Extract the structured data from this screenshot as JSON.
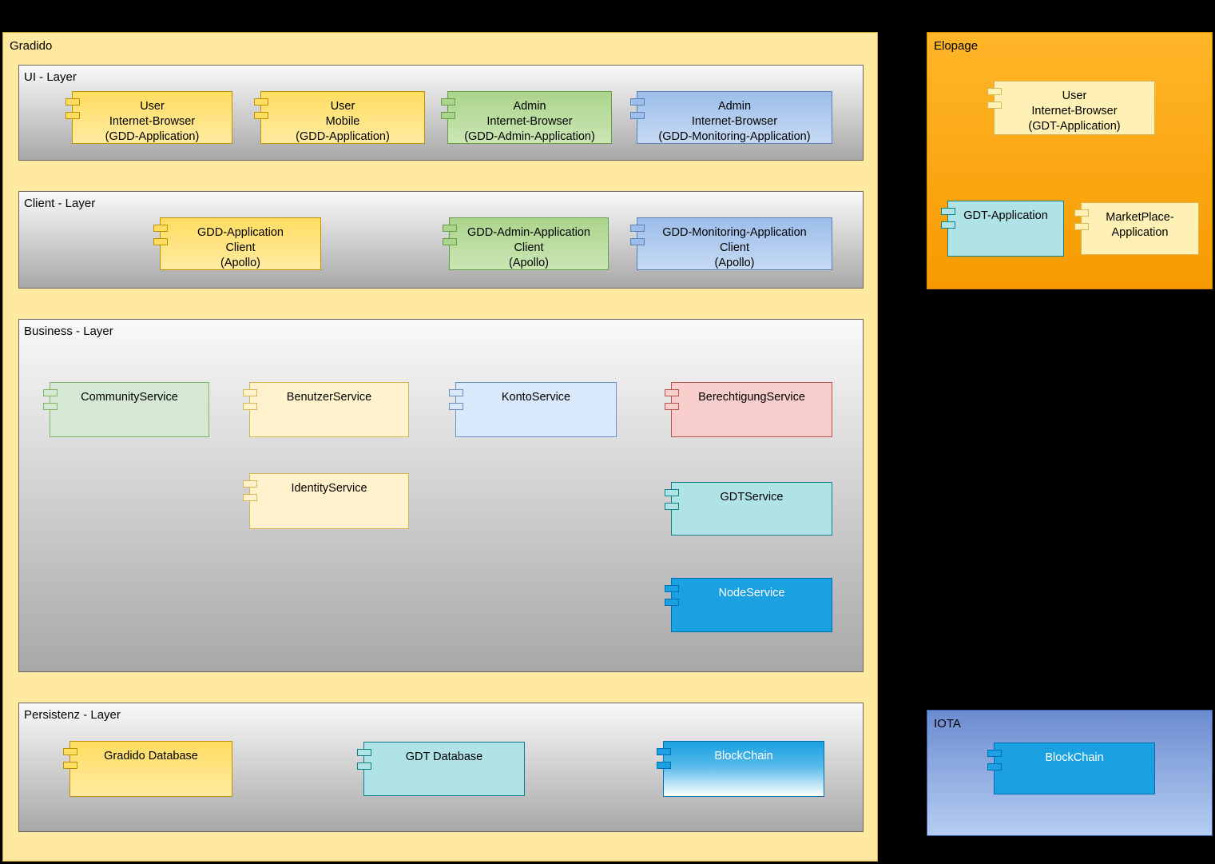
{
  "gradido": {
    "title": "Gradido",
    "ui_layer": {
      "title": "UI - Layer",
      "components": [
        {
          "label": "User\nInternet-Browser\n(GDD-Application)"
        },
        {
          "label": "User\nMobile\n(GDD-Application)"
        },
        {
          "label": "Admin\nInternet-Browser\n(GDD-Admin-Application)"
        },
        {
          "label": "Admin\nInternet-Browser\n(GDD-Monitoring-Application)"
        }
      ]
    },
    "client_layer": {
      "title": "Client - Layer",
      "components": [
        {
          "label": "GDD-Application\nClient\n(Apollo)"
        },
        {
          "label": "GDD-Admin-Application\nClient\n(Apollo)"
        },
        {
          "label": "GDD-Monitoring-Application\nClient\n(Apollo)"
        }
      ]
    },
    "business_layer": {
      "title": "Business - Layer",
      "components": [
        {
          "label": "CommunityService"
        },
        {
          "label": "BenutzerService"
        },
        {
          "label": "KontoService"
        },
        {
          "label": "BerechtigungService"
        },
        {
          "label": "IdentityService"
        },
        {
          "label": "GDTService"
        },
        {
          "label": "NodeService"
        }
      ]
    },
    "persistenz_layer": {
      "title": "Persistenz - Layer",
      "components": [
        {
          "label": "Gradido Database"
        },
        {
          "label": "GDT Database"
        },
        {
          "label": "BlockChain"
        }
      ]
    }
  },
  "elopage": {
    "title": "Elopage",
    "components": [
      {
        "label": "User\nInternet-Browser\n(GDT-Application)"
      },
      {
        "label": "GDT-Application"
      },
      {
        "label": "MarketPlace-\nApplication"
      }
    ]
  },
  "iota": {
    "title": "IOTA",
    "components": [
      {
        "label": "BlockChain"
      }
    ]
  },
  "palette": {
    "background": "#000000",
    "gradido_fill": "#ffe9a0",
    "elopage_fill": "#ffa807",
    "iota_fill_top": "#6b8cd0",
    "iota_fill_bottom": "#b6cdf2",
    "layer_gradient_top": "#f9f9f9",
    "layer_gradient_bottom": "#a8a8a8",
    "yellow_component": "#ffdd61",
    "light_yellow_component": "#fff2cc",
    "green_component": "#abd48c",
    "light_green_component": "#d5e8d4",
    "blue_component": "#9cbeea",
    "light_blue_component": "#dae8fc",
    "pink_component": "#f8cecc",
    "teal_component": "#b0e3e6",
    "bright_blue_component": "#1ba1e2"
  }
}
